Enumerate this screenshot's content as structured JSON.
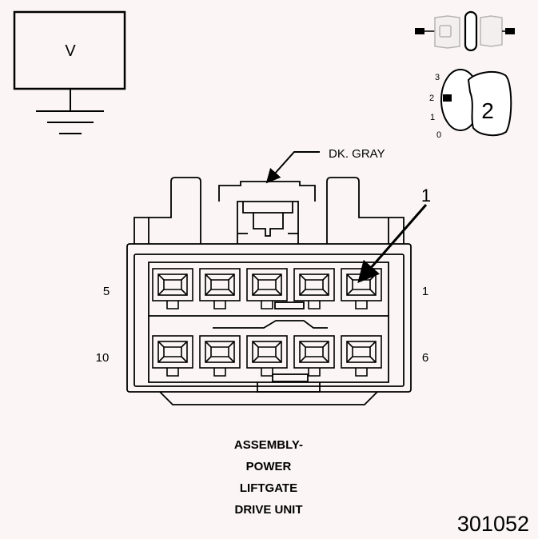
{
  "meter": {
    "label": "V"
  },
  "switch": {
    "positions": [
      "3",
      "2",
      "1",
      "0"
    ],
    "number": "2"
  },
  "connector": {
    "wire_color_label": "DK. GRAY",
    "callout_number": "1",
    "pin_labels": {
      "top_left": "5",
      "top_right": "1",
      "bottom_left": "10",
      "bottom_right": "6"
    }
  },
  "caption": {
    "lines": [
      "ASSEMBLY-",
      "POWER",
      "LIFTGATE",
      "DRIVE UNIT"
    ]
  },
  "figure_number": "301052"
}
